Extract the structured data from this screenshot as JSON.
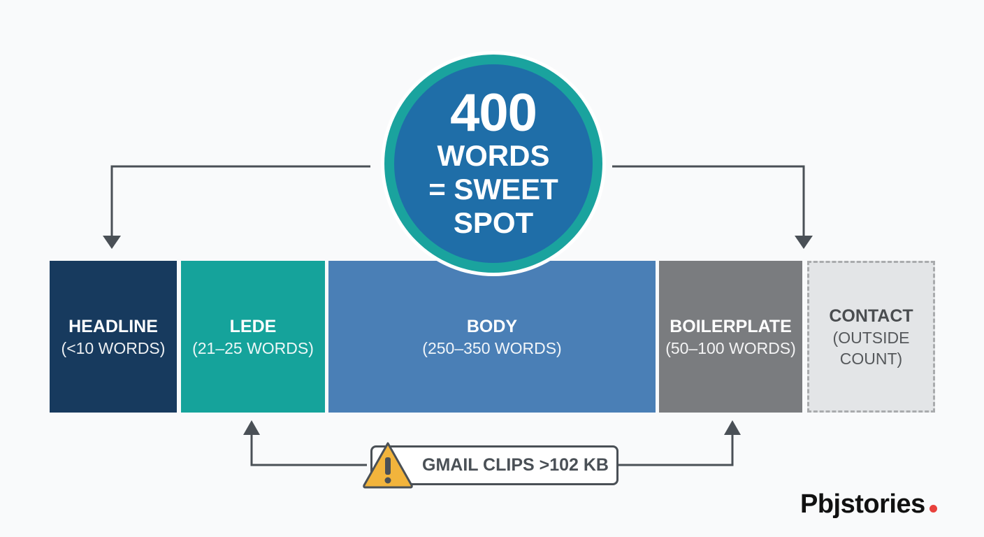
{
  "center": {
    "number": "400",
    "unit": "WORDS",
    "line3": "= SWEET",
    "line4": "SPOT"
  },
  "segments": [
    {
      "title": "HEADLINE",
      "sub": "(<10 WORDS)",
      "color": "#173a5e"
    },
    {
      "title": "LEDE",
      "sub": "(21–25 WORDS)",
      "color": "#15a39b"
    },
    {
      "title": "BODY",
      "sub": "(250–350 WORDS)",
      "color": "#4a7fb6"
    },
    {
      "title": "BOILERPLATE",
      "sub": "(50–100 WORDS)",
      "color": "#7a7c7f"
    },
    {
      "title": "CONTACT",
      "sub": "(OUTSIDE",
      "sub2": "COUNT)",
      "color": "#e3e5e7"
    }
  ],
  "warning": {
    "label": "GMAIL CLIPS >102 KB",
    "icon": "warning-triangle-icon",
    "color": "#f2b43c"
  },
  "logo": {
    "text": "Pbjstories",
    "dot_color": "#e8413c"
  }
}
